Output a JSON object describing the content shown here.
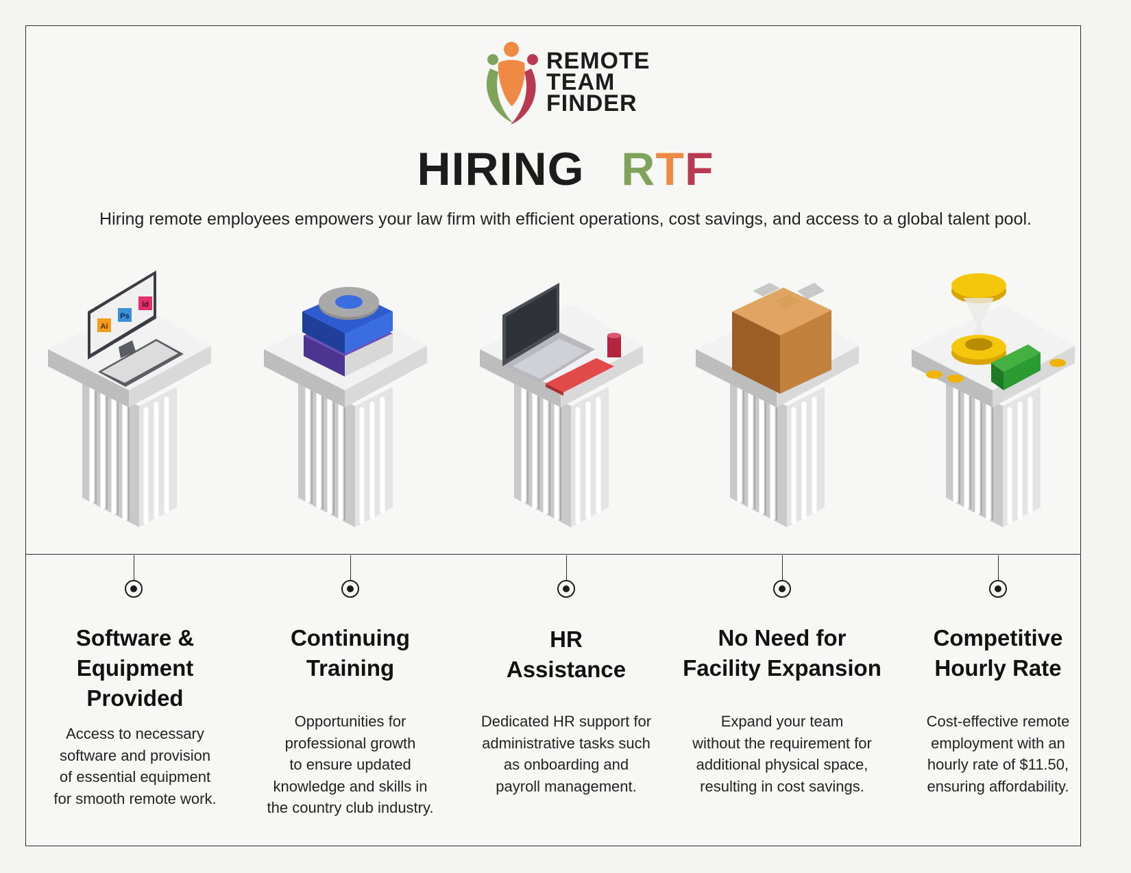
{
  "brand": {
    "lines": [
      "REMOTE",
      "TEAM",
      "FINDER"
    ],
    "colors": {
      "green": "#7fa35a",
      "orange": "#ef8a45",
      "red": "#b83a52"
    }
  },
  "title": {
    "word1": "HIRING",
    "rtf_r": "R",
    "rtf_t": "T",
    "rtf_f": "F"
  },
  "subtitle": "Hiring remote employees empowers your law firm with efficient operations, cost savings, and access to a global talent pool.",
  "features": [
    {
      "icon": "computer-monitor-icon",
      "title_lines": [
        "Software &",
        "Equipment",
        "Provided"
      ],
      "desc_lines": [
        "Access to necessary",
        "software and provision",
        "of essential equipment",
        "for smooth remote work."
      ],
      "app_icons": [
        "Ai",
        "Ps",
        "Id"
      ]
    },
    {
      "icon": "books-gear-icon",
      "title_lines": [
        "Continuing",
        "Training"
      ],
      "desc_lines": [
        "Opportunities for",
        "professional growth",
        "to ensure updated",
        "knowledge and skills in",
        "the country club industry."
      ]
    },
    {
      "icon": "laptop-icon",
      "title_lines": [
        "HR",
        "Assistance"
      ],
      "desc_lines": [
        "Dedicated HR support for",
        "administrative tasks such",
        "as onboarding and",
        "payroll management."
      ]
    },
    {
      "icon": "cardboard-box-icon",
      "title_lines": [
        "No Need for",
        "Facility Expansion"
      ],
      "desc_lines": [
        "Expand your team",
        "without the requirement for",
        "additional physical space,",
        "resulting in cost savings."
      ]
    },
    {
      "icon": "hourglass-money-icon",
      "title_lines": [
        "Competitive",
        "Hourly Rate"
      ],
      "desc_lines": [
        "Cost-effective remote",
        "employment with an",
        "hourly rate of $11.50,",
        "ensuring affordability."
      ]
    }
  ]
}
